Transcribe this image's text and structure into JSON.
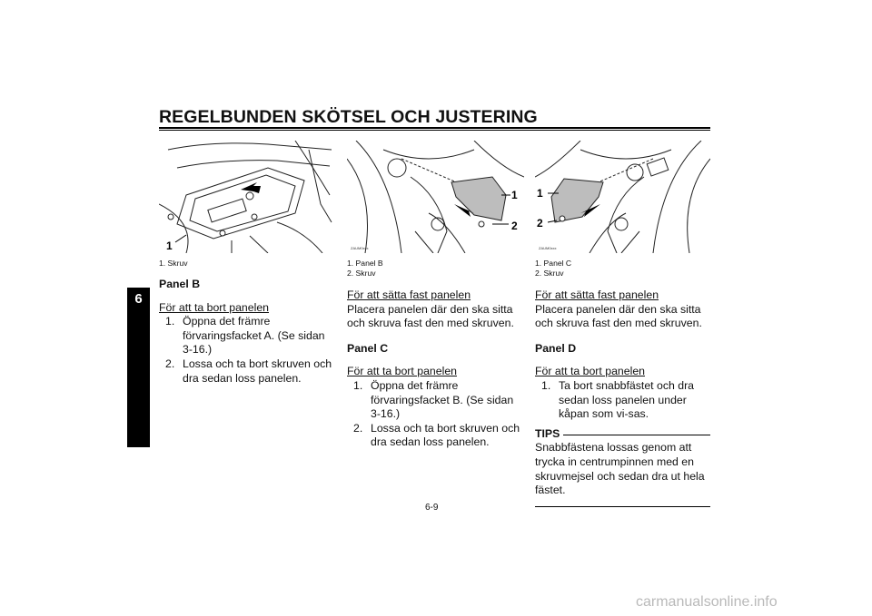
{
  "header": {
    "title": "REGELBUNDEN SKÖTSEL OCH JUSTERING"
  },
  "chapter_tab": "6",
  "figures": {
    "fig1": {
      "callout_1": "1",
      "caption": [
        "1. Skruv"
      ]
    },
    "fig2": {
      "callout_1": "1",
      "callout_2": "2",
      "code": "ZAUM0xxx",
      "caption": [
        "1. Panel B",
        "2. Skruv"
      ]
    },
    "fig3": {
      "callout_1": "1",
      "callout_2": "2",
      "code": "ZAUM0xxx",
      "caption": [
        "1. Panel C",
        "2. Skruv"
      ]
    }
  },
  "col1": {
    "heading": "Panel B",
    "subheading": "För att ta bort panelen",
    "steps": [
      {
        "n": "1.",
        "text": "Öppna det främre förvaringsfacket A. (Se sidan 3-16.)"
      },
      {
        "n": "2.",
        "text": "Lossa och ta bort skruven och dra sedan loss panelen."
      }
    ]
  },
  "col2": {
    "install_heading": "För att sätta fast panelen",
    "install_text": "Placera panelen där den ska sitta och skruva fast den med skruven.",
    "heading": "Panel C",
    "subheading": "För att ta bort panelen",
    "steps": [
      {
        "n": "1.",
        "text": "Öppna det främre förvaringsfacket B. (Se sidan 3-16.)"
      },
      {
        "n": "2.",
        "text": "Lossa och ta bort skruven och dra sedan loss panelen."
      }
    ]
  },
  "col3": {
    "install_heading": "För att sätta fast panelen",
    "install_text": "Placera panelen där den ska sitta och skruva fast den med skruven.",
    "heading": "Panel D",
    "subheading": "För att ta bort panelen",
    "steps": [
      {
        "n": "1.",
        "text": "Ta bort snabbfästet och dra sedan loss panelen under kåpan som vi-sas."
      }
    ],
    "tips_label": "TIPS",
    "tips_text": "Snabbfästena lossas genom att trycka in centrumpinnen med en skruvmejsel och sedan dra ut hela fästet."
  },
  "page_number": "6-9",
  "watermark": "carmanualsonline.info"
}
